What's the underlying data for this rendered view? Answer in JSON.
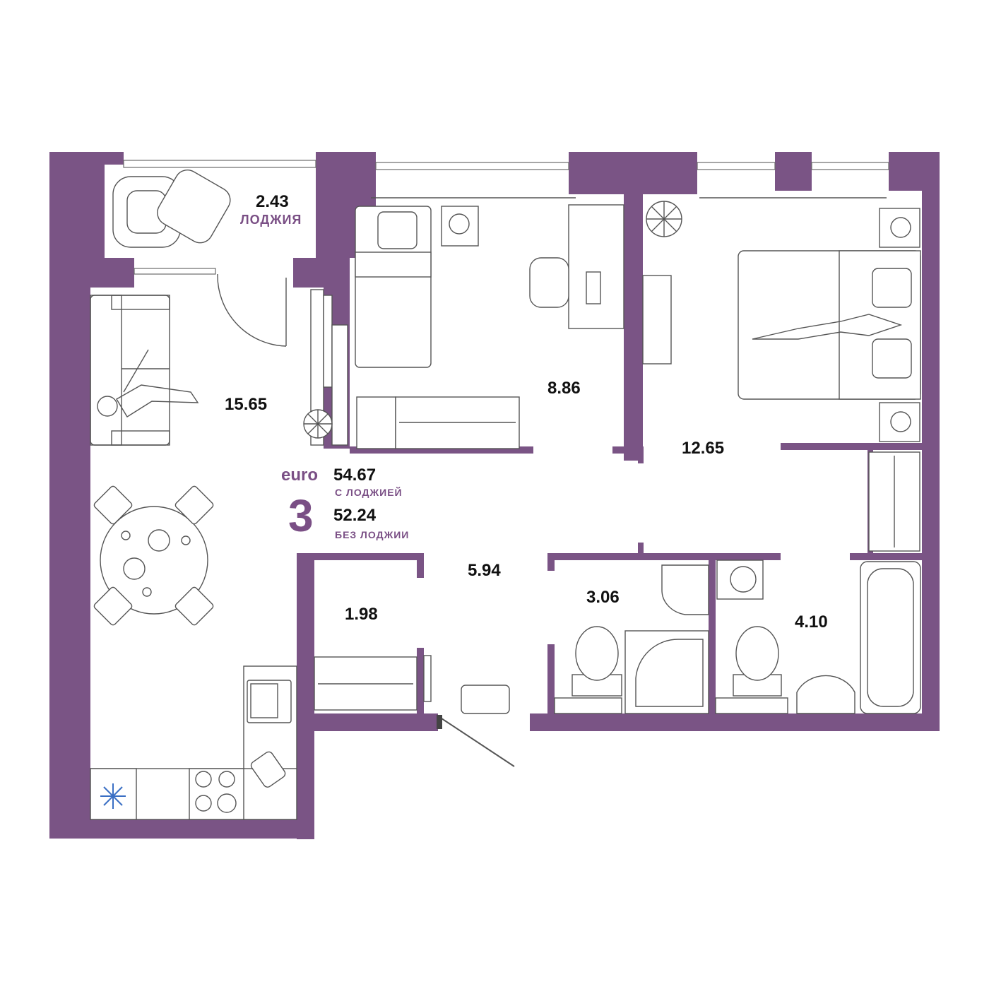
{
  "apartment": {
    "type_label": "euro",
    "rooms_count": "3",
    "area_with_loggia": "54.67",
    "with_loggia_label": "С ЛОДЖИЕЙ",
    "area_without_loggia": "52.24",
    "without_loggia_label": "БЕЗ ЛОДЖИИ"
  },
  "rooms": {
    "loggia": {
      "area": "2.43",
      "name": "ЛОДЖИЯ"
    },
    "living_kitchen": {
      "area": "15.65"
    },
    "bedroom_small": {
      "area": "8.86"
    },
    "bedroom_large": {
      "area": "12.65"
    },
    "hallway": {
      "area": "5.94"
    },
    "storage": {
      "area": "1.98"
    },
    "bathroom_1": {
      "area": "3.06"
    },
    "bathroom_2": {
      "area": "4.10"
    }
  },
  "colors": {
    "wall": "#7a5485",
    "accent": "#7a4f85",
    "text": "#111111",
    "freezer_icon": "#3a6fc4"
  },
  "icons": [
    "snowflake-icon",
    "plant-icon",
    "sofa-icon",
    "bed-icon",
    "toilet-icon",
    "sink-icon",
    "bathtub-icon",
    "shower-icon",
    "washing-machine-icon",
    "stove-icon"
  ]
}
